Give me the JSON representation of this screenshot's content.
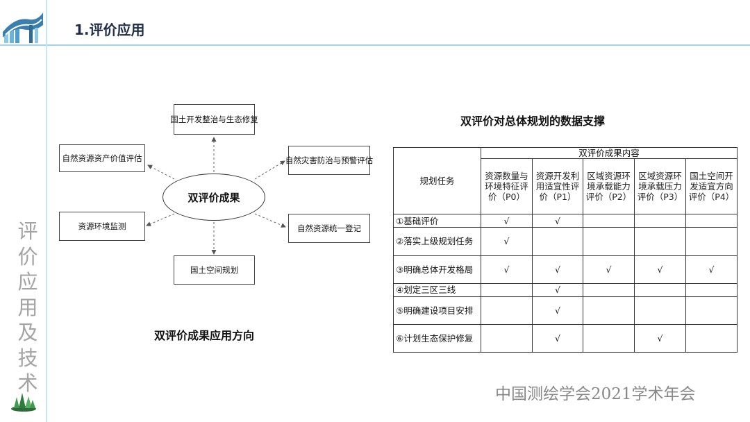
{
  "slide": {
    "title": "1.评价应用",
    "vertical_title": [
      "评",
      "价",
      "应",
      "用",
      "及",
      "技",
      "术"
    ],
    "footer": "中国测绘学会2021学术年会"
  },
  "diagram": {
    "center": "双评价成果",
    "nodes": {
      "top": "国土开发整治与生态修复",
      "left_top": "自然资源资产价值评估",
      "right_top": "自然灾害防治与预警评估",
      "left_bottom": "资源环境监测",
      "right_bottom": "自然资源统一登记",
      "bottom": "国土空间规划"
    },
    "caption": "双评价成果应用方向"
  },
  "table": {
    "caption": "双评价对总体规划的数据支撑",
    "task_header": "规划任务",
    "group_header": "双评价成果内容",
    "columns": [
      "资源数量与环境特征评价（P0）",
      "资源开发利用适宜性评价（P1）",
      "区域资源环境承载能力评价（P2）",
      "区域资源环境承载压力评价（P3）",
      "国土空间开发适宜方向评价（P4）"
    ],
    "rows": [
      {
        "task": "①基础评价",
        "cells": [
          "√",
          "√",
          "",
          "",
          ""
        ]
      },
      {
        "task": "②落实上级规划任务",
        "cells": [
          "√",
          "",
          "",
          "",
          ""
        ]
      },
      {
        "task": "③明确总体开发格局",
        "cells": [
          "√",
          "√",
          "√",
          "√",
          "√"
        ]
      },
      {
        "task": "④划定三区三线",
        "cells": [
          "",
          "√",
          "",
          "",
          ""
        ]
      },
      {
        "task": "⑤明确建设项目安排",
        "cells": [
          "",
          "√",
          "",
          "",
          ""
        ]
      },
      {
        "task": "⑥计划生态保护修复",
        "cells": [
          "",
          "√",
          "",
          "√",
          ""
        ]
      }
    ]
  }
}
